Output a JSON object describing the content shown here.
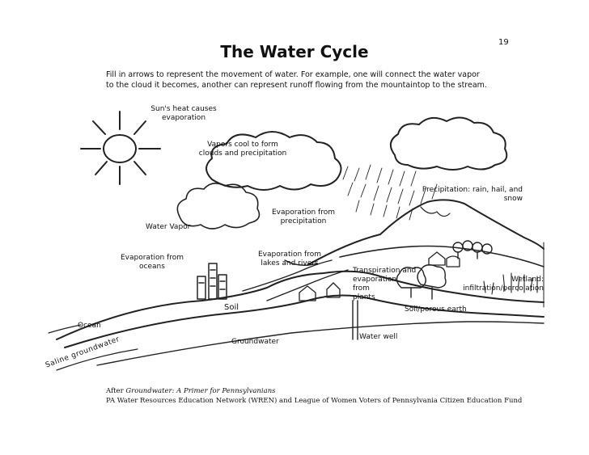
{
  "page": {
    "number": "19",
    "title": "The Water Cycle",
    "instructions_line1": "Fill in arrows to represent the movement of water.  For example, one will connect the water vapor",
    "instructions_line2": "to the cloud it becomes, another can represent runoff flowing from the mountaintop to the stream."
  },
  "labels": {
    "sun_heat_1": "Sun's heat causes",
    "sun_heat_2": "evaporation",
    "vapors_cool_1": "Vapors cool to form",
    "vapors_cool_2": "clouds and precipitation",
    "precip_1": "Precipitation: rain, hail, and",
    "precip_2": "snow",
    "evap_precip_1": "Evaporation from",
    "evap_precip_2": "precipitation",
    "water_vapor": "Water Vapor",
    "evap_oceans_1": "Evaporation from",
    "evap_oceans_2": "oceans",
    "evap_lakes_1": "Evaporation from",
    "evap_lakes_2": "lakes and rivers",
    "transpiration_1": "Transpiration and",
    "transpiration_2": "evaporation",
    "transpiration_3": "from",
    "transpiration_4": "plants",
    "wetland_1": "Wetland:",
    "wetland_2": "infiltration/percolation",
    "soil": "Soil",
    "soil_porous": "Soil/porous earth",
    "ocean": "Ocean",
    "water_well": "Water well",
    "groundwater": "Groundwater",
    "saline_groundwater": "Saline groundwater"
  },
  "credit": {
    "line1_prefix": "After ",
    "line1_title": "Groundwater: A Primer for Pennsylvanians",
    "line2": "PA Water Resources Education Network (WREN) and League of Women Voters of Pennsylvania Citizen Education Fund"
  }
}
